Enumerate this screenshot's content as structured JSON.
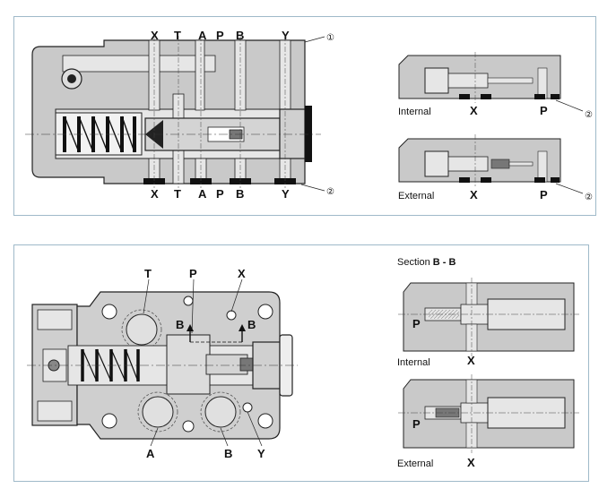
{
  "top_panel": {
    "main_view": {
      "port_labels_top": [
        "X",
        "T",
        "A",
        "P",
        "B",
        "Y"
      ],
      "port_labels_bottom": [
        "X",
        "T",
        "A",
        "P",
        "B",
        "Y"
      ],
      "callout_1": "①",
      "callout_2": "②"
    },
    "detail_internal": {
      "caption": "Internal",
      "label_x": "X",
      "label_p": "P",
      "callout": "②"
    },
    "detail_external": {
      "caption": "External",
      "label_x": "X",
      "label_p": "P",
      "callout": "②"
    }
  },
  "bottom_panel": {
    "main_view": {
      "labels_top": [
        "T",
        "P",
        "X"
      ],
      "section_marks": [
        "B",
        "B"
      ],
      "labels_bottom": [
        "A",
        "B",
        "Y"
      ]
    },
    "section_title_prefix": "Section ",
    "section_title_bold": "B - B",
    "detail_internal": {
      "caption": "Internal",
      "label_p": "P",
      "label_x": "X"
    },
    "detail_external": {
      "caption": "External",
      "label_p": "P",
      "label_x": "X"
    }
  }
}
